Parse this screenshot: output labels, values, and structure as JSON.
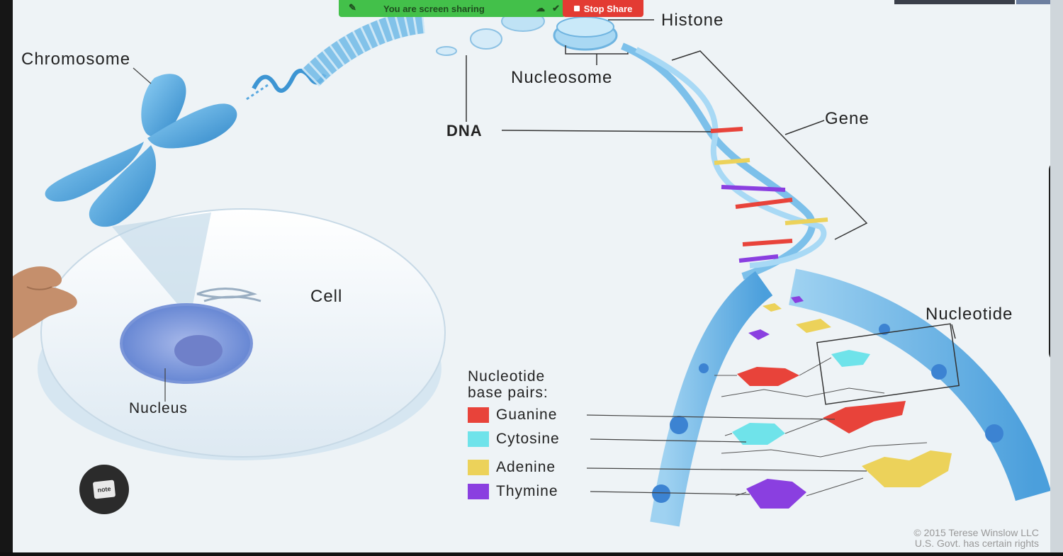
{
  "zoom_bar": {
    "message": "You are screen sharing",
    "stop_label": "Stop Share"
  },
  "labels": {
    "chromosome": "Chromosome",
    "histone": "Histone",
    "nucleosome": "Nucleosome",
    "dna": "DNA",
    "gene": "Gene",
    "cell": "Cell",
    "nucleus": "Nucleus",
    "nucleotide": "Nucleotide"
  },
  "legend": {
    "title_line1": "Nucleotide",
    "title_line2": "base pairs:",
    "items": [
      {
        "label": "Guanine",
        "color": "#e8433a"
      },
      {
        "label": "Cytosine",
        "color": "#6fe3ea"
      },
      {
        "label": "Adenine",
        "color": "#ecd25a"
      },
      {
        "label": "Thymine",
        "color": "#8a3fe0"
      }
    ]
  },
  "credit": {
    "line1": "© 2015 Terese Winslow LLC",
    "line2": "U.S. Govt. has certain rights"
  },
  "note_button": {
    "label": "note"
  },
  "colors": {
    "zoom_green": "#43c04a",
    "stop_red": "#e33b33",
    "dna_blue": "#5aa9e0"
  }
}
